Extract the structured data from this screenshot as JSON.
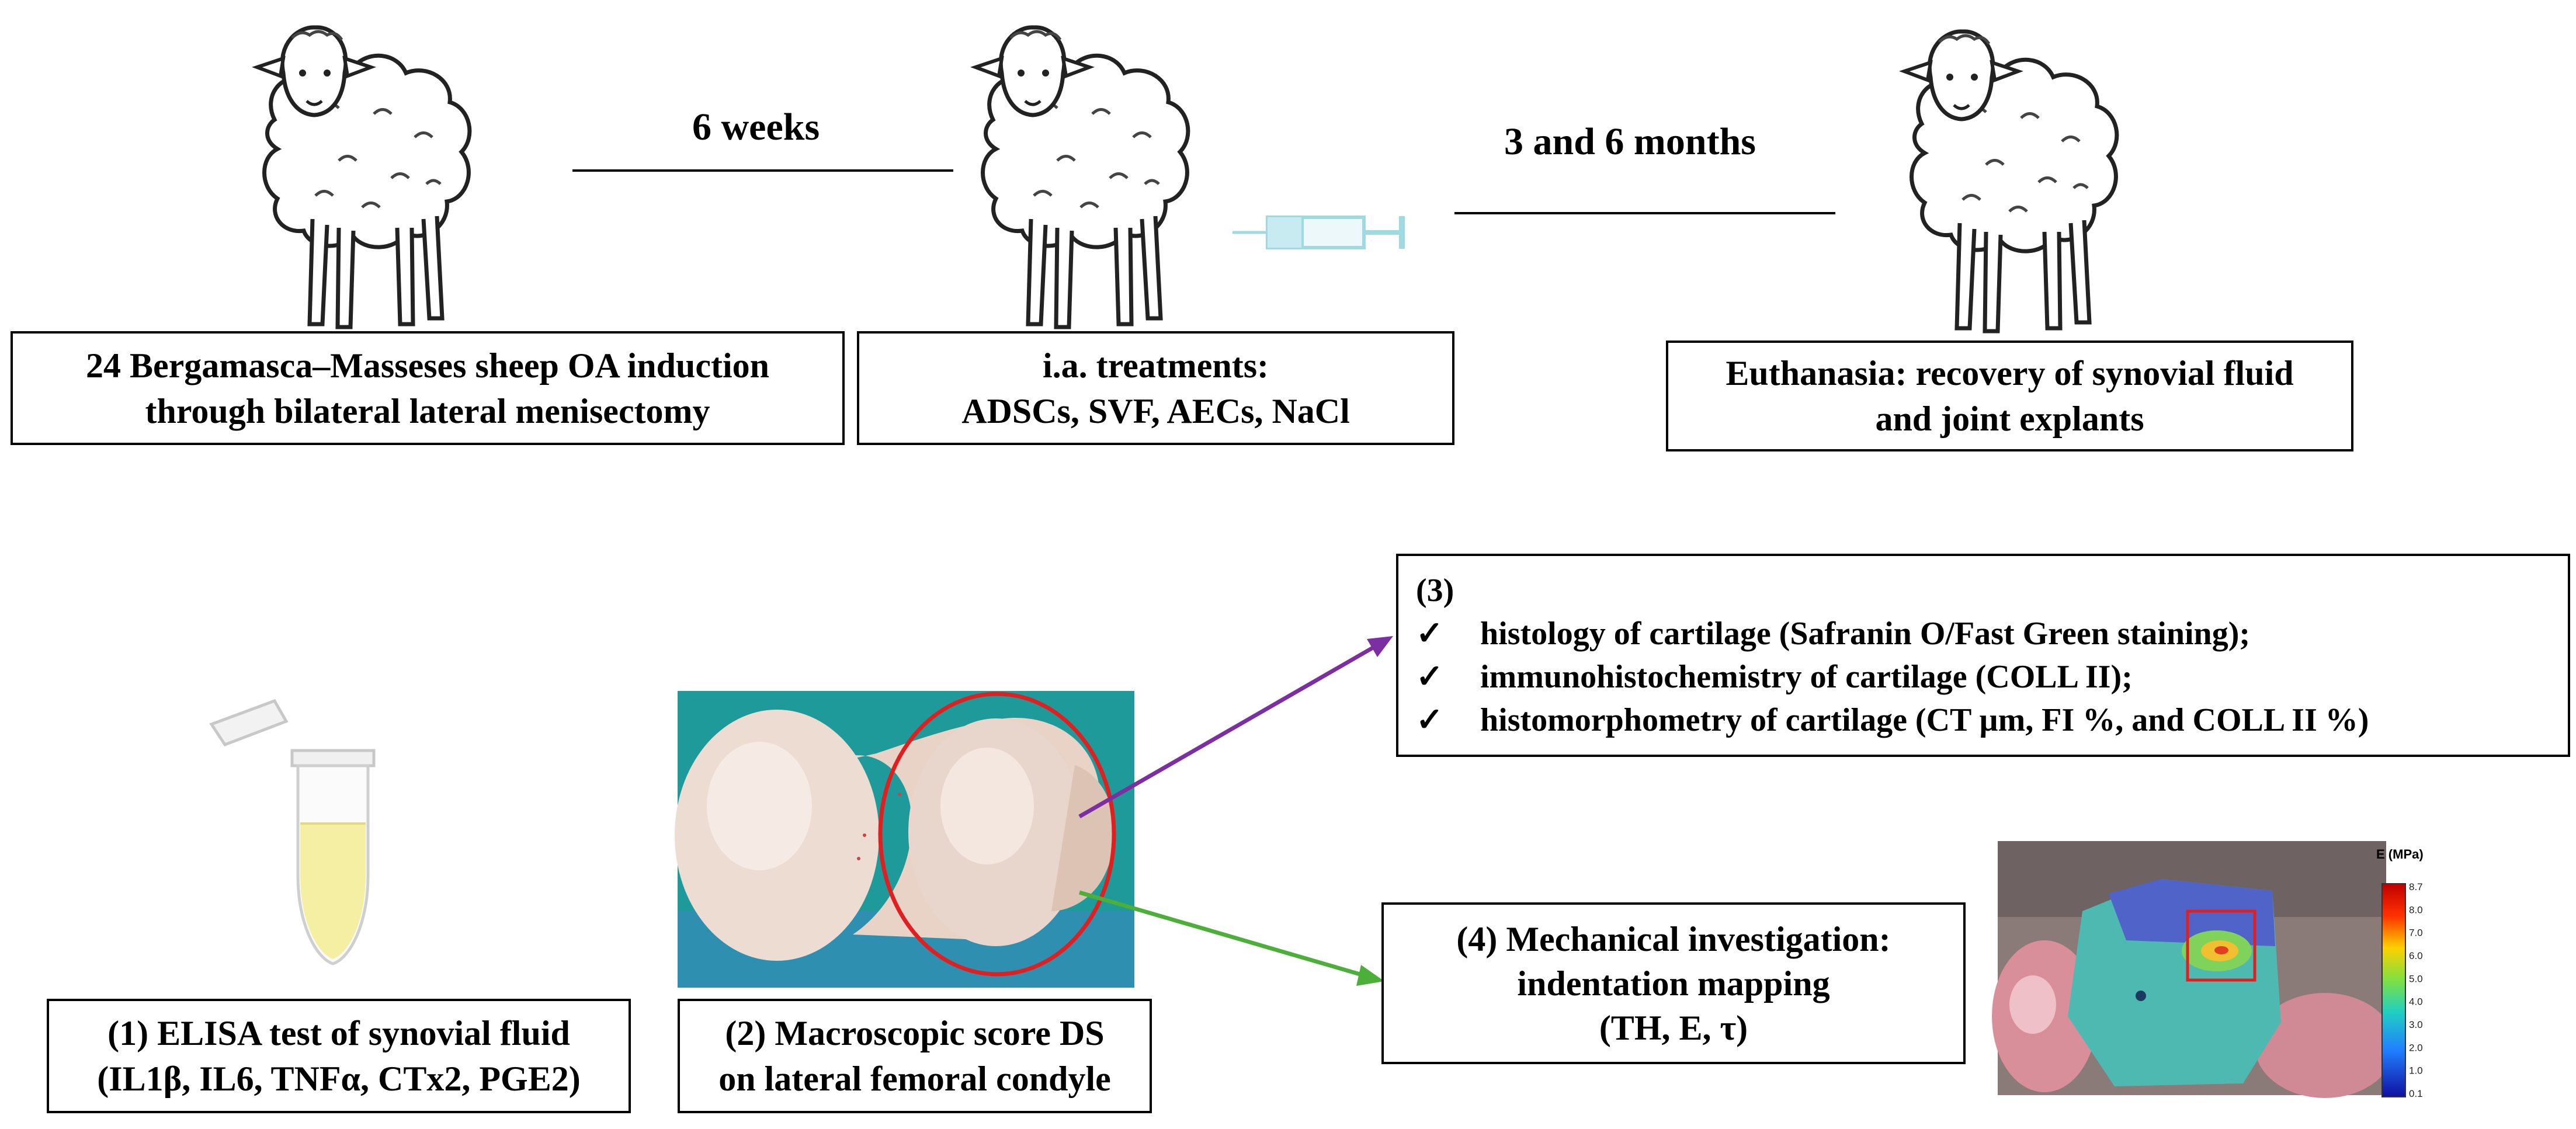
{
  "timeline": {
    "interval_1": "6 weeks",
    "interval_2": "3 and 6 months"
  },
  "steps": {
    "induction": {
      "line1": "24 Bergamasca–Masseses sheep OA induction",
      "line2": "through bilateral lateral menisectomy"
    },
    "treatment": {
      "line1": "i.a. treatments:",
      "line2": "ADSCs, SVF, AECs, NaCl"
    },
    "euthanasia": {
      "line1": "Euthanasia: recovery of synovial fluid",
      "line2": "and joint explants"
    }
  },
  "analyses": {
    "elisa": {
      "line1": "(1) ELISA test of synovial fluid",
      "line2": "(IL1β, IL6, TNFα, CTx2, PGE2)"
    },
    "macroscopic": {
      "line1": "(2) Macroscopic score DS",
      "line2": "on lateral femoral condyle"
    },
    "histology": {
      "number": "(3)",
      "check_symbol": "✓",
      "items": [
        "histology of cartilage (Safranin O/Fast Green staining);",
        "immunohistochemistry of cartilage (COLL II);",
        "histomorphometry of cartilage (CT µm, FI %, and COLL II %)"
      ]
    },
    "mechanical": {
      "line1": "(4) Mechanical investigation:",
      "line2": "indentation mapping",
      "line3": "(TH, E, τ)"
    }
  },
  "colorbar": {
    "title": "E (MPa)",
    "ticks": [
      "8.7",
      "8.0",
      "7.0",
      "6.0",
      "5.0",
      "4.0",
      "3.0",
      "2.0",
      "1.0",
      "0.1"
    ]
  },
  "colors": {
    "arrow_histology": "#7b2fa1",
    "arrow_mechanical": "#4caf3a",
    "condyle_circle": "#e02020",
    "syringe": "#8fd3dd",
    "tube_fluid": "#f4efa3"
  }
}
